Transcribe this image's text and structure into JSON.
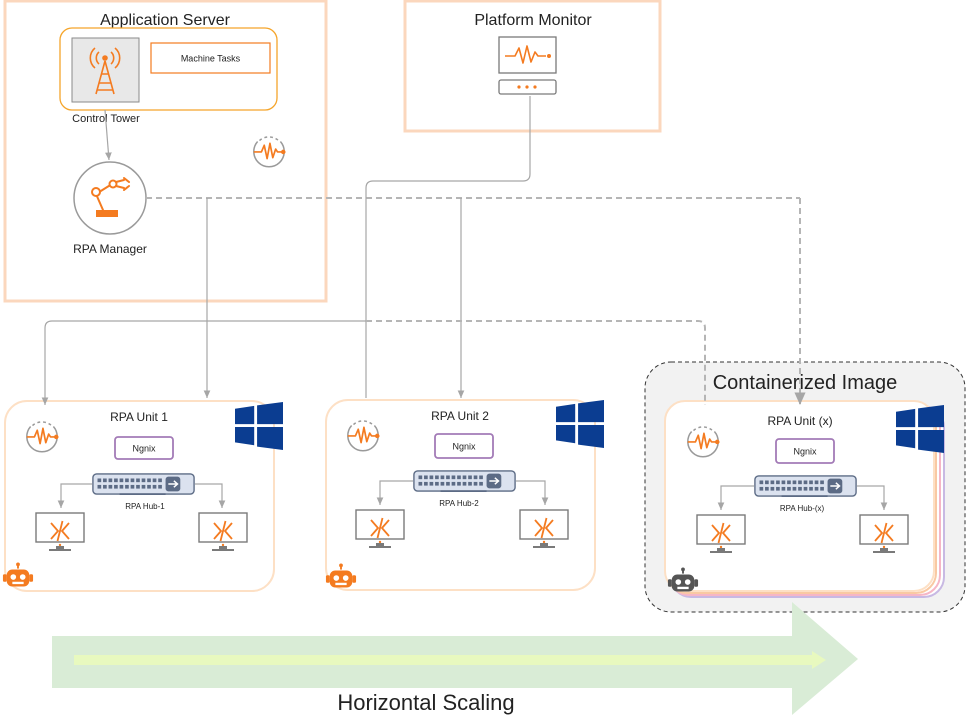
{
  "app_server": {
    "title": "Application Server",
    "tasks_label": "Machine Tasks",
    "tower_label": "Control Tower",
    "manager_label": "RPA Manager"
  },
  "monitor": {
    "title": "Platform Monitor"
  },
  "container": {
    "title": "Containerized Image"
  },
  "units": [
    {
      "title": "RPA Unit 1",
      "ngnix": "Ngnix",
      "hub": "RPA Hub-1"
    },
    {
      "title": "RPA Unit 2",
      "ngnix": "Ngnix",
      "hub": "RPA Hub-2"
    },
    {
      "title": "RPA Unit (x)",
      "ngnix": "Ngnix",
      "hub": "RPA Hub-(x)"
    }
  ],
  "scaling": {
    "label": "Horizontal Scaling"
  },
  "colors": {
    "accent": "#f47b20",
    "panel_border": "#fbd7bd",
    "unit_border": "#fde0c5",
    "ngnix_border": "#a37bb7",
    "windows": "#0b3d91",
    "arrow_green": "#d9ecd6",
    "arrow_line": "#e8f9bf",
    "connector": "#a6a6a6"
  }
}
